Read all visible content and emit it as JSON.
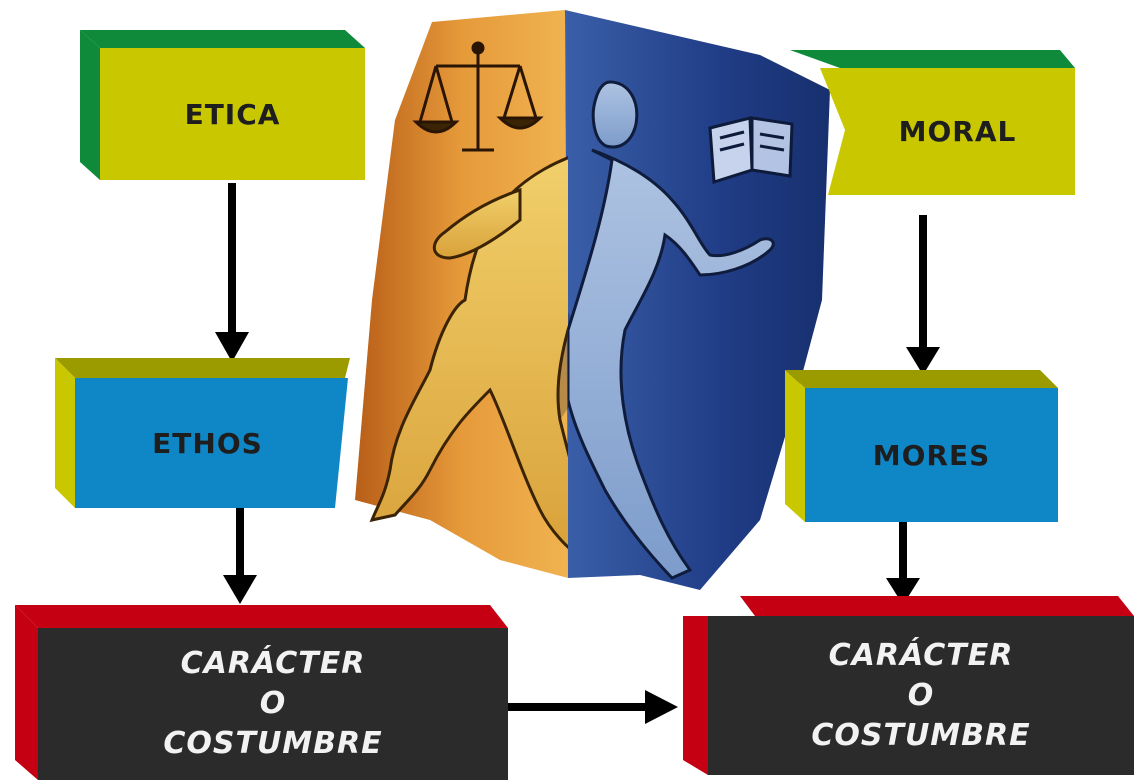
{
  "diagram": {
    "left_top": "ETICA",
    "left_mid": "ETHOS",
    "right_top": "MORAL",
    "right_mid": "MORES",
    "bottom_left": {
      "line1": "CARÁCTER",
      "line2": "O",
      "line3": "COSTUMBRE"
    },
    "bottom_right": {
      "line1": "CARÁCTER",
      "line2": "O",
      "line3": "COSTUMBRE"
    }
  },
  "colors": {
    "yellow_face": "#c9c800",
    "green_edge": "#0e8a3a",
    "blue_face": "#0f87c7",
    "olive_edge": "#9b9b00",
    "dark_face": "#2b2b2b",
    "red_edge": "#c40012",
    "arrow": "#000000"
  },
  "illustration": {
    "subject": "figure-with-scales-and-book"
  }
}
